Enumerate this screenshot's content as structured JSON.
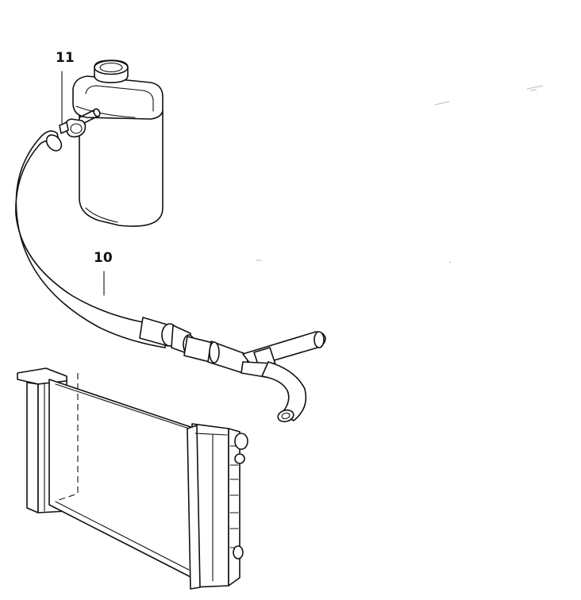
{
  "callouts": [
    {
      "id": "11",
      "text": "11"
    },
    {
      "id": "10",
      "text": "10"
    }
  ],
  "colors": {
    "line": "#111111",
    "background": "#ffffff"
  }
}
